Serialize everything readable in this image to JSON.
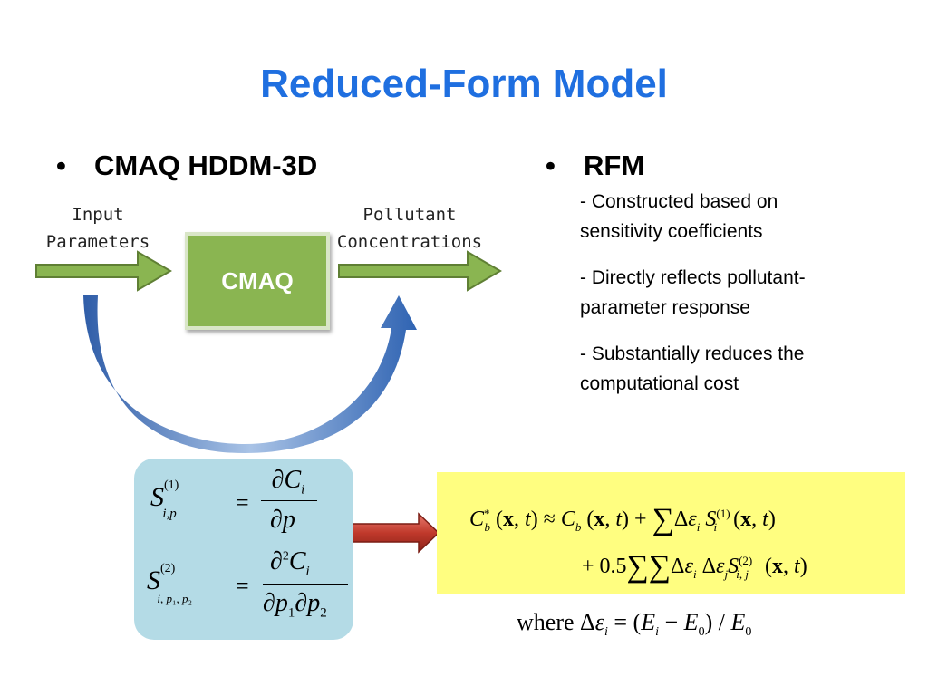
{
  "title": "Reduced-Form Model",
  "left_bullet": "CMAQ HDDM-3D",
  "right_bullet": "RFM",
  "diagram": {
    "input_label_1": "Input",
    "input_label_2": "Parameters",
    "output_label_1": "Pollutant",
    "output_label_2": "Concentrations",
    "model_label": "CMAQ"
  },
  "rfm_points": [
    " -  Constructed based on sensitivity coefficients",
    " -  Directly reflects pollutant-parameter response",
    " -  Substantially reduces the computational cost"
  ],
  "where_clause": "where",
  "colors": {
    "title": "#1f6fe0",
    "model_box": "#8ab551",
    "arrow_green": "#8ab551",
    "curved_arrow": "#3a70b8",
    "sens_box": "#b4dbe6",
    "formula_box": "#fffe80",
    "red_arrow": "#c0392b"
  }
}
